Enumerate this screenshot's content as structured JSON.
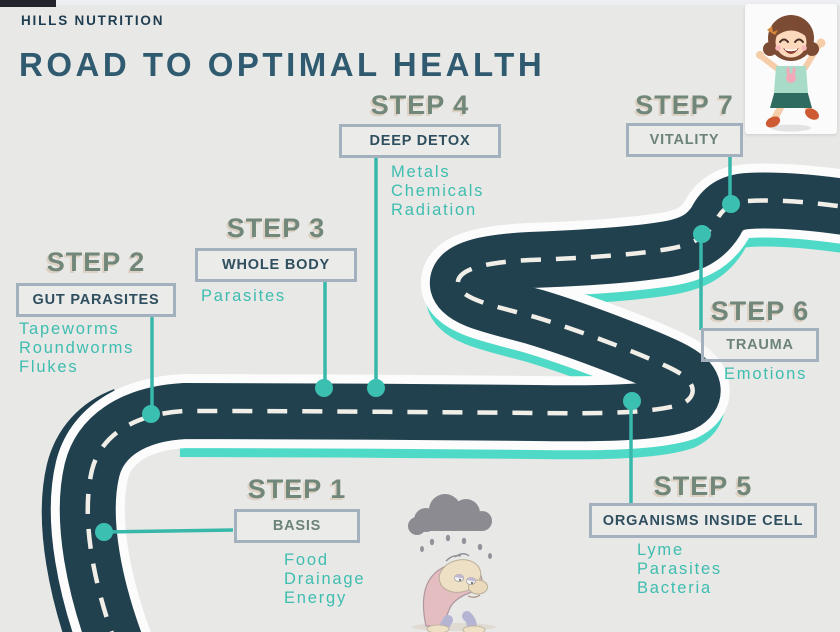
{
  "header": {
    "brand": "HILLS NUTRITION",
    "title": "ROAD TO OPTIMAL HEALTH"
  },
  "steps": [
    {
      "label": "STEP 1",
      "box": "BASIS",
      "items": [
        "Food",
        "Drainage",
        "Energy"
      ]
    },
    {
      "label": "STEP 2",
      "box": "GUT PARASITES",
      "items": [
        "Tapeworms",
        "Roundworms",
        "Flukes"
      ]
    },
    {
      "label": "STEP 3",
      "box": "WHOLE BODY",
      "items": [
        "Parasites"
      ]
    },
    {
      "label": "STEP 4",
      "box": "DEEP DETOX",
      "items": [
        "Metals",
        "Chemicals",
        "Radiation"
      ]
    },
    {
      "label": "STEP 5",
      "box": "ORGANISMS INSIDE CELL",
      "items": [
        "Lyme",
        "Parasites",
        "Bacteria"
      ]
    },
    {
      "label": "STEP 6",
      "box": "TRAUMA",
      "items": [
        "Emotions"
      ]
    },
    {
      "label": "STEP 7",
      "box": "VITALITY",
      "items": []
    }
  ],
  "illustrations": {
    "jumping_girl": "happy-girl-jumping",
    "sad_man": "sad-man-under-rain-cloud"
  },
  "colors": {
    "background": "#e8e8e6",
    "road": "#21414f",
    "road_outline": "#fcfcfc",
    "road_accent": "#4fd9c7",
    "road_dash": "#f1eee7",
    "connector_teal": "#38b8ab",
    "heading_green": "#71877a",
    "box_border": "#a3b1bf",
    "label_dark": "#2f4f5f",
    "label_green": "#6c8377",
    "items_teal": "#3ebdb0",
    "title": "#2f5a6f",
    "brand": "#1e3d51"
  }
}
